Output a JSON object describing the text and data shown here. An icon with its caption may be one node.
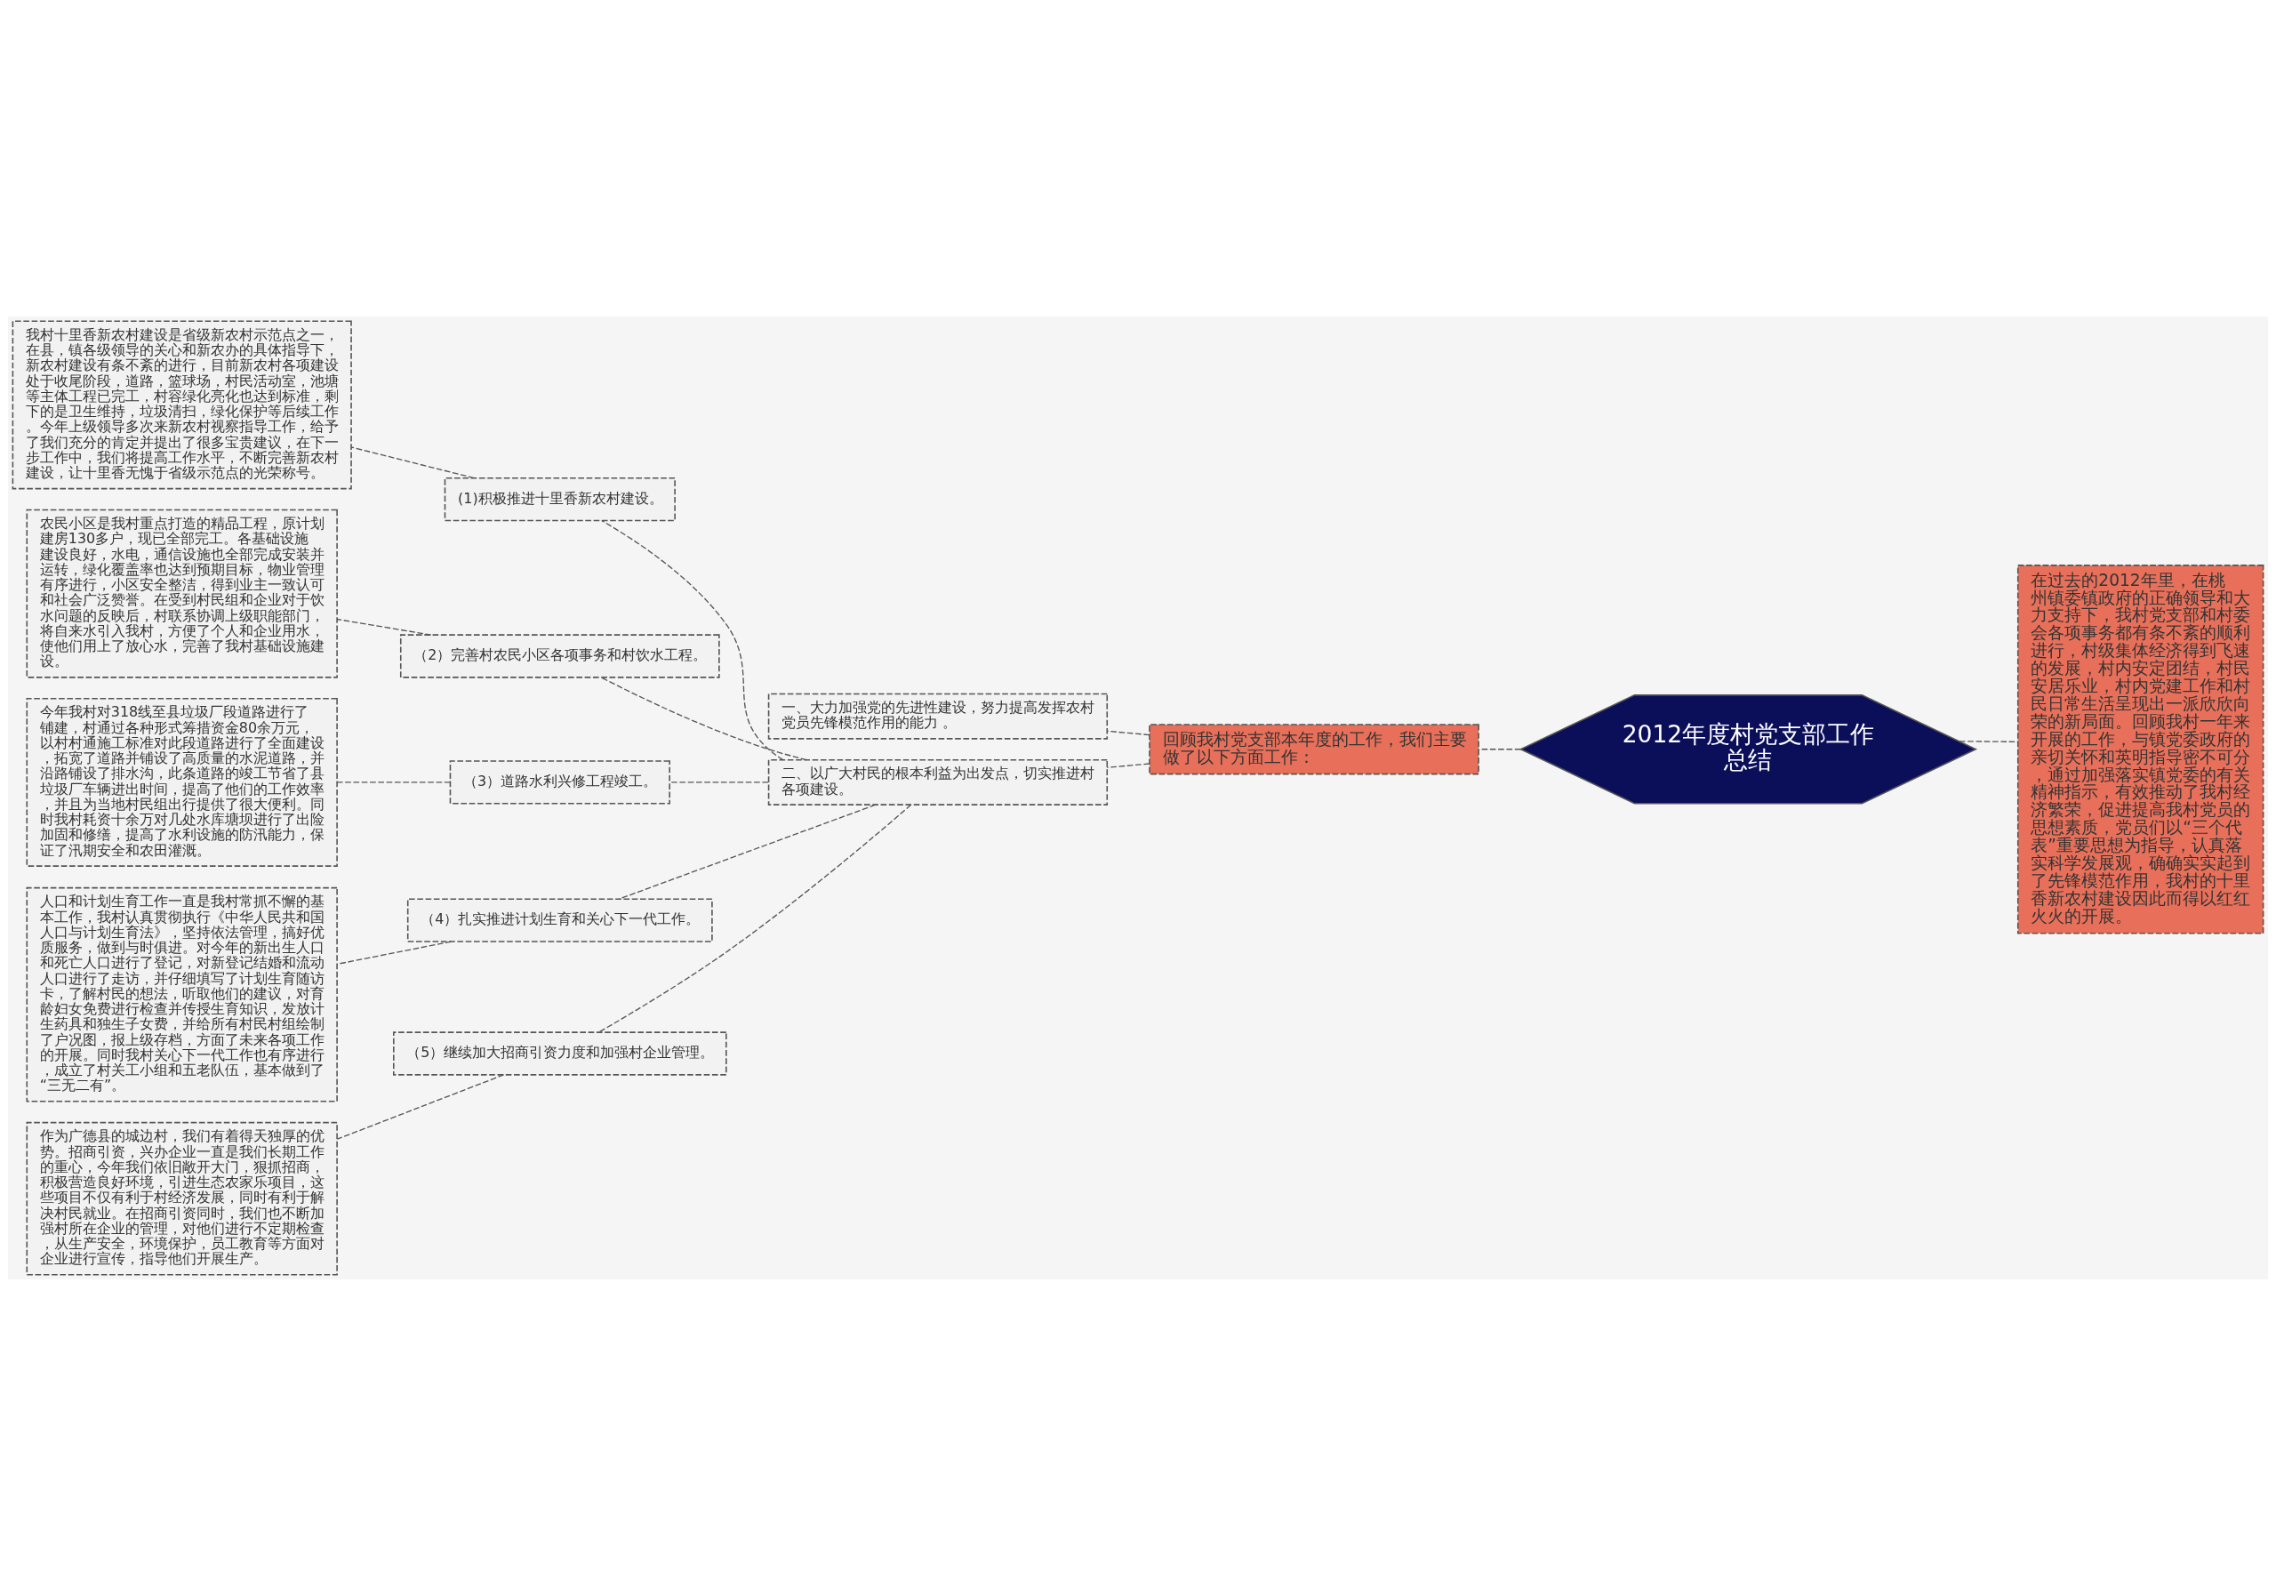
{
  "diagram": {
    "nodes": [
      {
        "text": [
          "2012年度村党支部工作总结"
        ]
      },
      {
        "text": [
          "回顾我村党支部本年度的工作，我们主要做了以下方面工作："
        ]
      },
      {
        "text": [
          "在过去的2012年里，在桃州镇委镇政府的正确领导和大力支持下，我村党支部和村委会各项事务都有条不紊的顺利进行，村级集体经济得到飞速的发展，村内安定团结，村民安居乐业，村内党建工作和村民日常生活呈现出一派欣欣向荣的新局面。回顾我村一年来开展的工作，与镇党委政府的亲切关怀和英明指导密不可分，通过加强落实镇党委的有关精神指示，有效推动了我村经济繁荣，促进提高我村党员的思想素质，党员们以“三个代表”重要思想为指导，认真落实科学发展观，确确实实起到了先锋模范作用，我村的十里香新农村建设因此而得以红红火火的开展。"
        ]
      },
      {
        "text": [
          "一、大力加强党的先进性建设，努力提高发挥农村党员先锋模范作用的能力 。"
        ]
      },
      {
        "text": [
          "二、以广大村民的根本利益为出发点，切实推进村各项建设。"
        ]
      },
      {
        "text": [
          "(1)积极推进十里香新农村建设。"
        ]
      },
      {
        "text": [
          "我村十里香新农村建设是省级新农村示范点之一，在县，镇各级领导的关心和新农办的具体指导下，新农村建设有条不紊的进行，目前新农村各项建设处于收尾阶段，道路，篮球场，村民活动室，池塘等主体工程已完工，村容绿化亮化也达到标准，剩下的是卫生维持，垃圾清扫，绿化保护等后续工作。今年上级领导多次来新农村视察指导工作，给予了我们充分的肯定并提出了很多宝贵建议，在下一步工作中，我们将提高工作水平，不断完善新农村建设，让十里香无愧于省级示范点的光荣称号。"
        ]
      },
      {
        "text": [
          "（2）完善村农民小区各项事务和村饮水工程。"
        ]
      },
      {
        "text": [
          "农民小区是我村重点打造的精品工程，原计划建房130多户，现已全部完工。各基础设施建设良好，水电，通信设施也全部完成安装并运转，绿化覆盖率也达到预期目标，物业管理有序进行，小区安全整洁，得到业主一致认可和社会广泛赞誉。在受到村民组和企业对于饮水问题的反映后，村联系协调上级职能部门，将自来水引入我村，方便了个人和企业用水，使他们用上了放心水，完善了我村基础设施建设。"
        ]
      },
      {
        "text": [
          "（3）道路水利兴修工程竣工。"
        ]
      },
      {
        "text": [
          "今年我村对318线至县垃圾厂段道路进行了铺建，村通过各种形式筹措资金80余万元，以村村通施工标准对此段道路进行了全面建设，拓宽了道路并铺设了高质量的水泥道路，并沿路铺设了排水沟，此条道路的竣工节省了县垃圾厂车辆进出时间，提高了他们的工作效率，并且为当地村民组出行提供了很大便利。同时我村耗资十余万对几处水库塘坝进行了出险加固和修缮，提高了水利设施的防汛能力，保证了汛期安全和农田灌溉。"
        ]
      },
      {
        "text": [
          "（4）扎实推进计划生育和关心下一代工作。"
        ]
      },
      {
        "text": [
          "人口和计划生育工作一直是我村常抓不懈的基本工作，我村认真贯彻执行《中华人民共和国人口与计划生育法》，坚持依法管理，搞好优质服务，做到与时俱进。对今年的新出生人口和死亡人口进行了登记，对新登记结婚和流动人口进行了走访，并仔细填写了计划生育随访卡，了解村民的想法，听取他们的建议，对育龄妇女免费进行检查并传授生育知识，发放计生药具和独生子女费，并给所有村民村组绘制了户况图，报上级存档，方面了未来各项工作的开展。同时我村关心下一代工作也有序进行，成立了村关工小组和五老队伍，基本做到了“三无二有”。"
        ]
      },
      {
        "text": [
          "（5）继续加大招商引资力度和加强村企业管理。"
        ]
      },
      {
        "text": [
          "作为广德县的城边村，我们有着得天独厚的优势。招商引资，兴办企业一直是我们长期工作的重心，今年我们依旧敞开大门，狠抓招商，积极营造良好环境，引进生态农家乐项目，这些项目不仅有利于村经济发展，同时有利于解决村民就业。在招商引资同时，我们也不断加强村所在企业的管理，对他们进行不定期检查，从生产安全，环境保护，员工教育等方面对企业进行宣传，指导他们开展生产。"
        ]
      }
    ],
    "edges": [
      {
        "from": 0,
        "to": 1,
        "arrow": "none",
        "style": "dashed"
      },
      {
        "from": 0,
        "to": 2,
        "arrow": "none",
        "style": "dashed"
      },
      {
        "from": 1,
        "to": 3,
        "arrow": "none",
        "style": "dashed"
      },
      {
        "from": 1,
        "to": 4,
        "arrow": "none",
        "style": "dashed"
      },
      {
        "from": 4,
        "to": 5,
        "arrow": "none",
        "style": "dashed"
      },
      {
        "from": 5,
        "to": 6,
        "arrow": "none",
        "style": "dashed"
      },
      {
        "from": 4,
        "to": 7,
        "arrow": "none",
        "style": "dashed"
      },
      {
        "from": 7,
        "to": 8,
        "arrow": "none",
        "style": "dashed"
      },
      {
        "from": 4,
        "to": 9,
        "arrow": "none",
        "style": "dashed"
      },
      {
        "from": 9,
        "to": 10,
        "arrow": "none",
        "style": "dashed"
      },
      {
        "from": 4,
        "to": 11,
        "arrow": "none",
        "style": "dashed"
      },
      {
        "from": 11,
        "to": 12,
        "arrow": "none",
        "style": "dashed"
      },
      {
        "from": 4,
        "to": 13,
        "arrow": "none",
        "style": "dashed"
      },
      {
        "from": 13,
        "to": 14,
        "arrow": "none",
        "style": "dashed"
      }
    ]
  }
}
